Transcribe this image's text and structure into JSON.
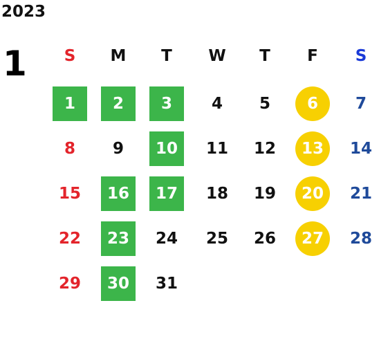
{
  "year": "2023",
  "month": "1",
  "weekdays": [
    "S",
    "M",
    "T",
    "W",
    "T",
    "F",
    "S"
  ],
  "colors": {
    "sunday": "#e3242b",
    "saturday": "#1f4a9a",
    "saturday_header": "#1a3ad8",
    "weekday": "#111111",
    "holiday_bg": "#3cb54a",
    "highlight_bg": "#f7d002",
    "marked_text": "#ffffff"
  },
  "weeks": [
    [
      {
        "d": "1",
        "mark": "holiday"
      },
      {
        "d": "2",
        "mark": "holiday"
      },
      {
        "d": "3",
        "mark": "holiday"
      },
      {
        "d": "4"
      },
      {
        "d": "5"
      },
      {
        "d": "6",
        "mark": "highlight"
      },
      {
        "d": "7"
      }
    ],
    [
      {
        "d": "8"
      },
      {
        "d": "9"
      },
      {
        "d": "10",
        "mark": "holiday"
      },
      {
        "d": "11"
      },
      {
        "d": "12"
      },
      {
        "d": "13",
        "mark": "highlight"
      },
      {
        "d": "14"
      }
    ],
    [
      {
        "d": "15"
      },
      {
        "d": "16",
        "mark": "holiday"
      },
      {
        "d": "17",
        "mark": "holiday"
      },
      {
        "d": "18"
      },
      {
        "d": "19"
      },
      {
        "d": "20",
        "mark": "highlight"
      },
      {
        "d": "21"
      }
    ],
    [
      {
        "d": "22"
      },
      {
        "d": "23",
        "mark": "holiday"
      },
      {
        "d": "24"
      },
      {
        "d": "25"
      },
      {
        "d": "26"
      },
      {
        "d": "27",
        "mark": "highlight"
      },
      {
        "d": "28"
      }
    ],
    [
      {
        "d": "29"
      },
      {
        "d": "30",
        "mark": "holiday"
      },
      {
        "d": "31"
      },
      null,
      null,
      null,
      null
    ]
  ]
}
